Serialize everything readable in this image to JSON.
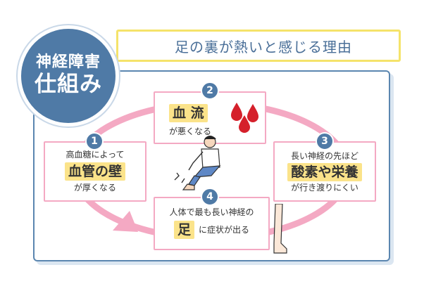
{
  "topic": {
    "line1": "神経障害",
    "line2": "仕組み"
  },
  "title": "足の裏が熱いと感じる理由",
  "steps": [
    {
      "number": "1",
      "before": "高血糖によって",
      "highlight": "血管の壁",
      "after": "が厚くなる"
    },
    {
      "number": "2",
      "before": "",
      "highlight": "血 流",
      "after": "が悪くなる"
    },
    {
      "number": "3",
      "before": "長い神経の先ほど",
      "highlight": "酸素や栄養",
      "after": "が行き渡りにくい"
    },
    {
      "number": "4",
      "before": "人体で最も長い神経の",
      "highlight": "足",
      "after": "に症状が出る"
    }
  ],
  "colors": {
    "accent_blue": "#4f7aa6",
    "cycle_pink": "#f4a9c3",
    "highlight_yellow": "#fbe38a",
    "title_border": "#f5e36a",
    "drop_red": "#d5202b"
  },
  "icons": [
    "blood-drops-icon",
    "person-sitting-icon",
    "leg-icon"
  ]
}
